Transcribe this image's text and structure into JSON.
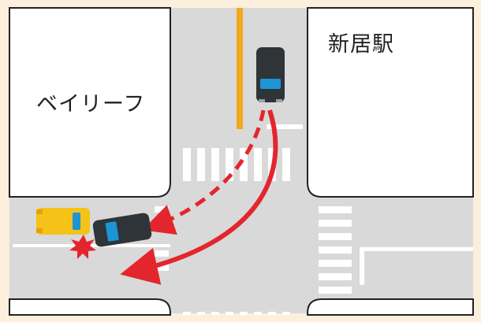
{
  "labels": {
    "station": "新居駅",
    "mall": "ベイリーフ"
  },
  "colors": {
    "background": "#fcefdc",
    "road": "#d9d9d9",
    "block": "#ffffff",
    "center_line": "#f2a91a",
    "arrow": "#e3262d",
    "car_body": "#2f3438",
    "car_window": "#1d95d4",
    "taxi_body": "#f5c21a",
    "impact": "#e3262d"
  },
  "elements": {
    "vehicle_main": "dark-car",
    "vehicle_other": "yellow-taxi",
    "impact_icon": "collision-star-icon"
  }
}
